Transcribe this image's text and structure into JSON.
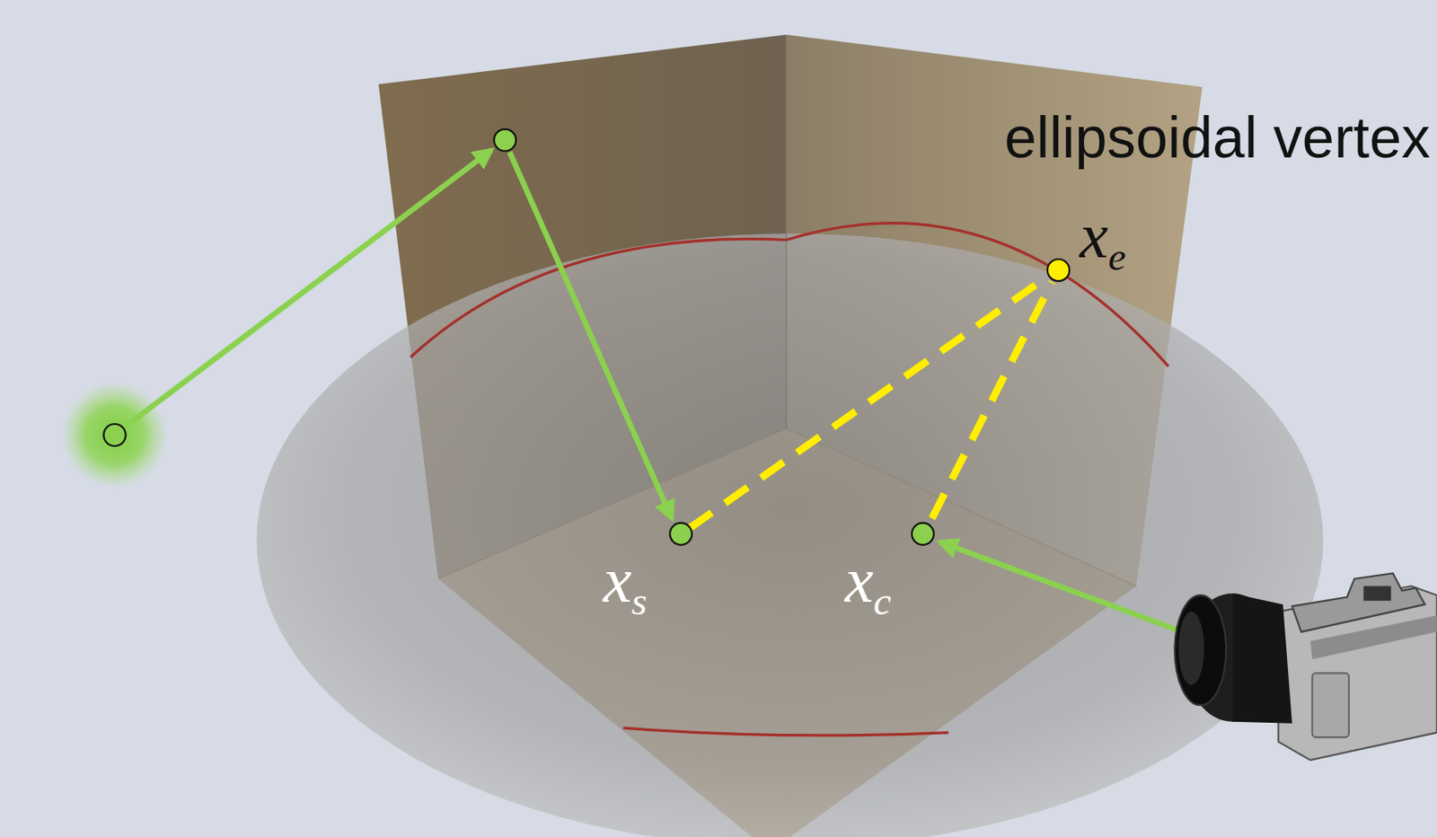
{
  "diagram": {
    "labels": [
      "ellipsoidal vertex",
      "xe",
      "xs",
      "xc"
    ]
  }
}
